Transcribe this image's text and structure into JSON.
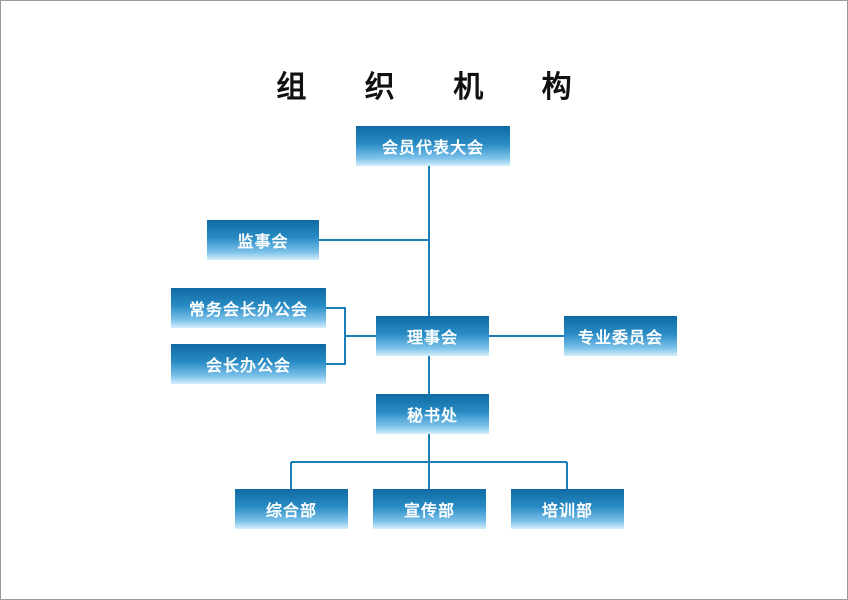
{
  "title": "组 织 机 构",
  "nodes": {
    "assembly": "会员代表大会",
    "supervisory": "监事会",
    "standing_office": "常务会长办公会",
    "president_office": "会长办公会",
    "council": "理事会",
    "committees": "专业委员会",
    "secretariat": "秘书处",
    "general_dept": "综合部",
    "publicity_dept": "宣传部",
    "training_dept": "培训部"
  },
  "colors": {
    "box_top": "#0f6aa3",
    "box_bottom": "#d4eefb",
    "line": "#1a7fb8"
  }
}
